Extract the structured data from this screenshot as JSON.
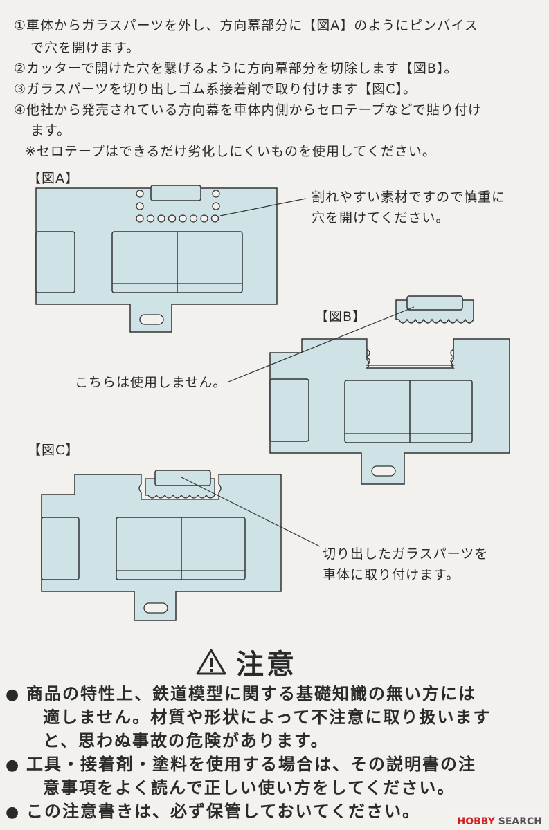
{
  "steps": [
    {
      "lines": [
        "①車体からガラスパーツを外し、方向幕部分に【図A】のようにピンバイス",
        "で穴を開けます。"
      ]
    },
    {
      "lines": [
        "②カッターで開けた穴を繋げるように方向幕部分を切除します【図B】。"
      ]
    },
    {
      "lines": [
        "③ガラスパーツを切り出しゴム系接着剤で取り付けます【図C】。"
      ]
    },
    {
      "lines": [
        "④他社から発売されている方向幕を車体内側からセロテープなどで貼り付け",
        "ます。"
      ]
    }
  ],
  "footnote": "※セロテープはできるだけ劣化しにくいものを使用してください。",
  "figures": {
    "a": {
      "label": "【図A】",
      "callout": [
        "割れやすい素材ですので慎重に",
        "穴を開けてください。"
      ]
    },
    "b": {
      "label": "【図B】",
      "callout": "こちらは使用しません。"
    },
    "c": {
      "label": "【図C】",
      "callout": [
        "切り出したガラスパーツを",
        "車体に取り付けます。"
      ]
    }
  },
  "caution": {
    "title": "注意",
    "icon": "warning-triangle-icon",
    "items": [
      [
        "商品の特性上、鉄道模型に関する基礎知識の無い方には",
        "適しません。材質や形状によって不注意に取り扱います",
        "と、思わぬ事故の危険があります。"
      ],
      [
        "工具・接着剤・塗料を使用する場合は、その説明書の注",
        "意事項をよく読んで正しい使い方をしてください。"
      ],
      [
        "この注意書きは、必ず保管しておいてください。"
      ]
    ]
  },
  "watermark": {
    "brand": "HOBBY",
    "site": "SEARCH"
  },
  "colors": {
    "panel": "#cfe3e6",
    "line": "#333333",
    "paper": "#f3f1ee"
  }
}
